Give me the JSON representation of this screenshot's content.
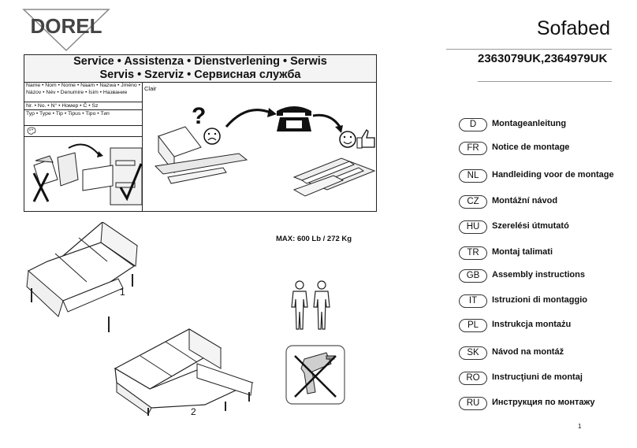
{
  "brand": "DOREL",
  "title": "Sofabed",
  "model_numbers": "2363079UK,2364979UK",
  "service": {
    "heading_line1": "Service • Assistenza • Dienstverlening • Serwis",
    "heading_line2": "Servis • Szerviz • Сервисная служба",
    "name_label": "Name • Nom • Nome • Naam • Nazwa • Jméno • Názov • Név • Denumire • İsim • Название",
    "number_label": "Nr. • No. • N° • Номер • Č • Sz",
    "type_label": "Typ • Type • Tip • Tipus • Tipo • Тип",
    "color_value": "Clair"
  },
  "languages": [
    {
      "code": "D",
      "text": "Montageanleitung"
    },
    {
      "code": "FR",
      "text": "Notice de montage"
    },
    {
      "code": "NL",
      "text": "Handleiding voor de montage"
    },
    {
      "code": "CZ",
      "text": "Montážní návod"
    },
    {
      "code": "HU",
      "text": "Szerelési útmutató"
    },
    {
      "code": "TR",
      "text": "Montaj talimati"
    },
    {
      "code": "GB",
      "text": "Assembly instructions"
    },
    {
      "code": "IT",
      "text": "Istruzioni di montaggio"
    },
    {
      "code": "PL",
      "text": "Instrukcja montażu"
    },
    {
      "code": "SK",
      "text": "Návod na montáž"
    },
    {
      "code": "RO",
      "text": "Instrucţiuni de montaj"
    },
    {
      "code": "RU",
      "text": "Инструкция по монтажу"
    }
  ],
  "max_load": "MAX: 600 Lb / 272 Kg",
  "figure_labels": {
    "fig1": "1",
    "fig2": "2"
  },
  "page_number": "1",
  "icons": {
    "two_person": "two-person-assembly-icon",
    "no_power_drill": "no-power-drill-icon",
    "phone": "telephone-icon",
    "sad": "sad-face-icon",
    "happy": "happy-face-icon",
    "thumbs_up": "thumbs-up-icon"
  }
}
